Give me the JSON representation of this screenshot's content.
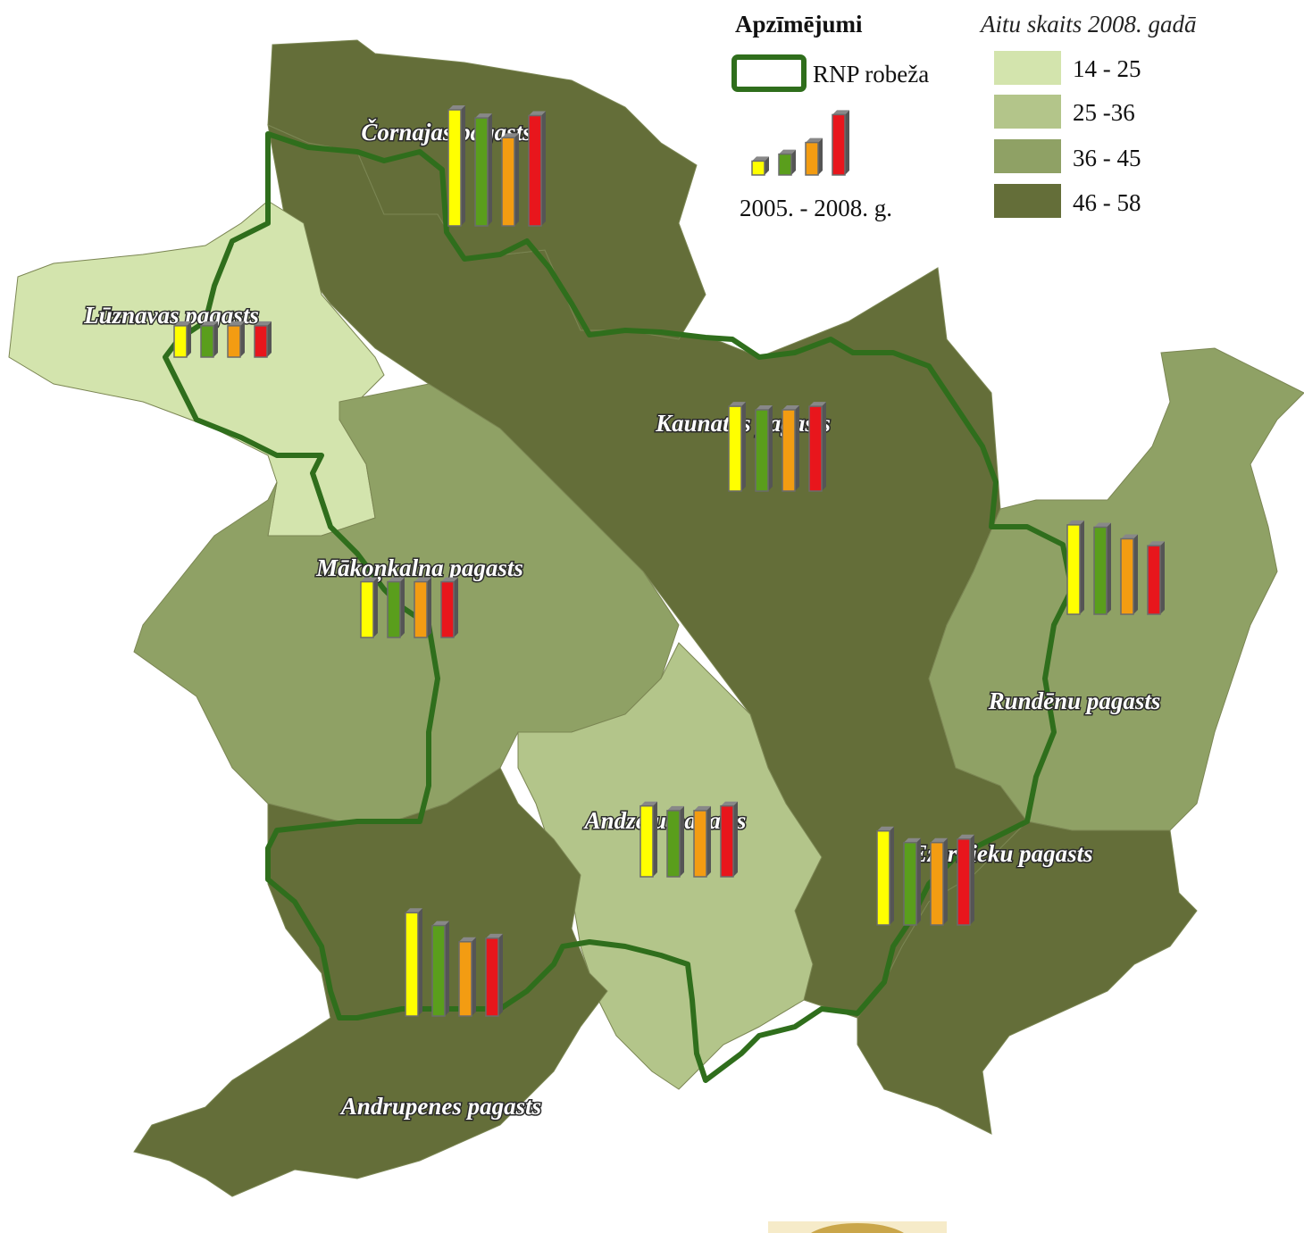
{
  "map": {
    "legend": {
      "title": "Apzīmējumi",
      "boundary_label": "RNP robeža",
      "bars_label": "2005. - 2008. g.",
      "class_title": "Aitu skaits 2008. gadā",
      "classes": [
        {
          "label": "14 - 25",
          "color": "#d3e4ad"
        },
        {
          "label": "25 -36",
          "color": "#b3c58a"
        },
        {
          "label": "36 - 45",
          "color": "#8fa165"
        },
        {
          "label": "46 - 58",
          "color": "#646e39"
        }
      ]
    },
    "bar_colors": [
      "#ffff00",
      "#5a9e1c",
      "#f39c12",
      "#e8161c"
    ],
    "boundary_color": "#2f6e1c",
    "regions": [
      {
        "name": "Čornajas pagasts",
        "class": 3,
        "bars": [
          1.0,
          0.93,
          0.76,
          0.95
        ]
      },
      {
        "name": "Lūznavas pagasts",
        "class": 0,
        "bars": [
          0.27,
          0.27,
          0.27,
          0.27
        ]
      },
      {
        "name": "Kaunatas pagasts",
        "class": 3,
        "bars": [
          0.73,
          0.7,
          0.7,
          0.73
        ]
      },
      {
        "name": "Mākoņkalna pagasts",
        "class": 2,
        "bars": [
          0.48,
          0.48,
          0.48,
          0.48
        ]
      },
      {
        "name": "Rundēnu pagasts",
        "class": 2,
        "bars": [
          0.77,
          0.75,
          0.65,
          0.59
        ]
      },
      {
        "name": "Andzeļu pagasts",
        "class": 1,
        "bars": [
          0.61,
          0.57,
          0.57,
          0.61
        ]
      },
      {
        "name": "Ezernieku pagasts",
        "class": 3,
        "bars": [
          0.81,
          0.71,
          0.71,
          0.74
        ]
      },
      {
        "name": "Andrupenes pagasts",
        "class": 3,
        "bars": [
          0.89,
          0.78,
          0.64,
          0.67
        ]
      }
    ]
  }
}
